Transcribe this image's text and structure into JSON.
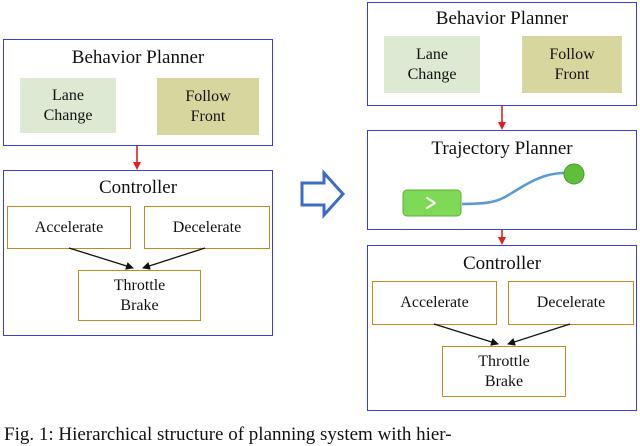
{
  "left": {
    "behavior_planner": {
      "title": "Behavior Planner",
      "lane_change": [
        "Lane",
        "Change"
      ],
      "follow_front": [
        "Follow",
        "Front"
      ]
    },
    "controller": {
      "title": "Controller",
      "accelerate": "Accelerate",
      "decelerate": "Decelerate",
      "throttle_brake": [
        "Throttle",
        "Brake"
      ]
    }
  },
  "right": {
    "behavior_planner": {
      "title": "Behavior Planner",
      "lane_change": [
        "Lane",
        "Change"
      ],
      "follow_front": [
        "Follow",
        "Front"
      ]
    },
    "trajectory_planner": {
      "title": "Trajectory Planner"
    },
    "controller": {
      "title": "Controller",
      "accelerate": "Accelerate",
      "decelerate": "Decelerate",
      "throttle_brake": [
        "Throttle",
        "Brake"
      ]
    }
  },
  "caption": "Fig. 1: Hierarchical structure of planning system with hier-",
  "colors": {
    "outer_border": "#3a3fd0",
    "inner_border": "#c08a1e",
    "lane_change_fill": "#dde9d2",
    "follow_front_fill": "#d8d69f",
    "connector_arrow": "#e02020",
    "vehicle_green": "#7ed957",
    "path_blue": "#5b9bd5"
  },
  "icons": [
    "transition-arrow-icon",
    "vehicle-icon",
    "goal-icon"
  ]
}
